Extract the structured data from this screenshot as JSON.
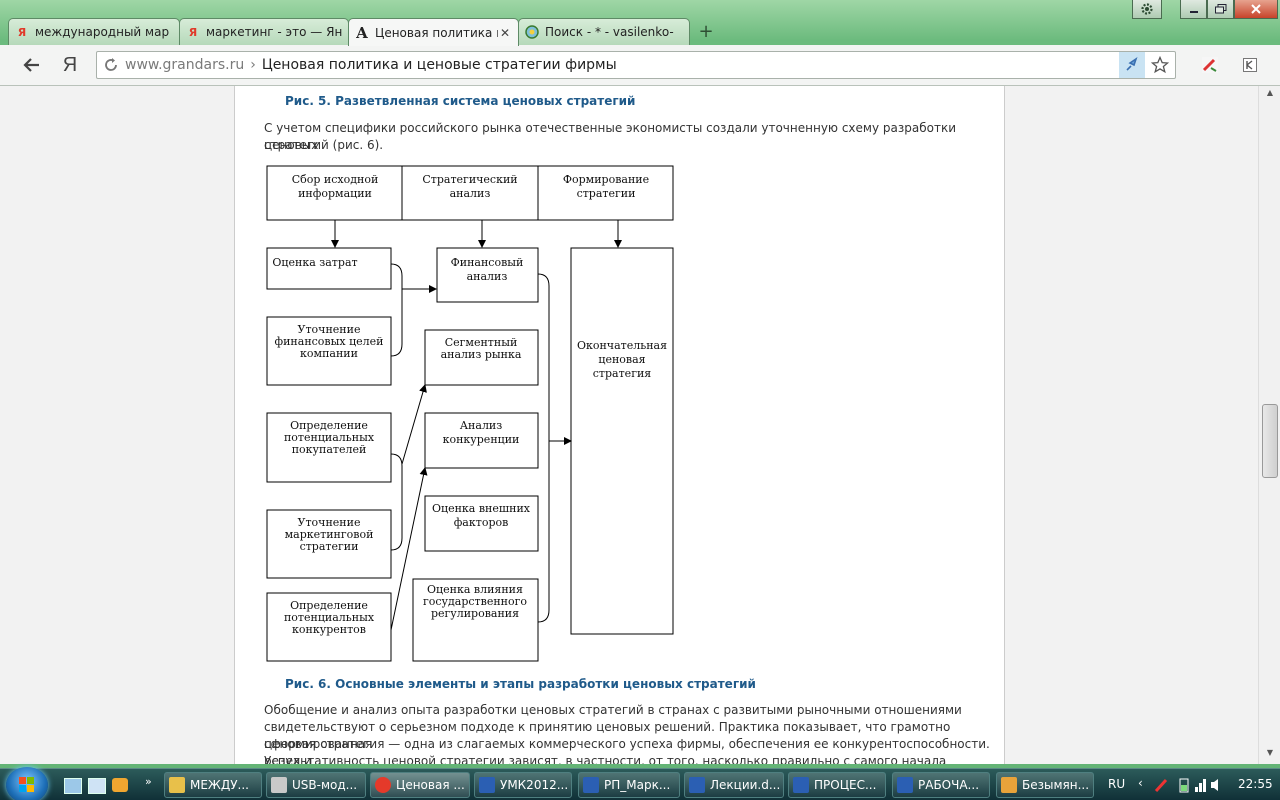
{
  "browser": {
    "tabs": [
      {
        "title": "международный мар",
        "icon": "yandex-icon",
        "active": false
      },
      {
        "title": "маркетинг - это — Ян",
        "icon": "yandex-icon",
        "active": false
      },
      {
        "title": "Ценовая политика и ц",
        "icon": "grandars-icon",
        "active": true
      },
      {
        "title": "Поиск - * - vasilenko-",
        "icon": "search-globe-icon",
        "active": false
      }
    ],
    "new_tab_label": "+",
    "address_host": "www.grandars.ru",
    "address_sep": "›",
    "address_path": "Ценовая политика и ценовые стратегии фирмы"
  },
  "page": {
    "caption5": "Рис. 5. Разветвленная система ценовых стратегий",
    "intro_line1": "С учетом специфики российского рынка отечественные экономисты создали уточненную схему разработки ценовых",
    "intro_line2": "стратегий (рис. 6).",
    "caption6": "Рис. 6. Основные элементы и этапы разработки ценовых стратегий",
    "body_line1": "Обобщение и анализ опыта разработки ценовых стратегий в странах с развитыми рыночными отношениями",
    "body_line2": "свидетельствуют о серьезном подходе к принятию ценовых решений. Практика показывает, что грамотно сформированная",
    "body_line3": "ценовая стратегия — одна из слагаемых коммерческого успеха фирмы, обеспечения ее конкурентоспособности. Успех и",
    "body_line4": "результативность ценовой стратегии зависят, в частности, от того, насколько правильно с самого начала организован"
  },
  "diagram": {
    "header": [
      [
        "Сбор исходной",
        "информации"
      ],
      [
        "Стратегический",
        "анализ"
      ],
      [
        "Формирование",
        "стратегии"
      ]
    ],
    "left": [
      [
        "Оценка затрат"
      ],
      [
        "Уточнение",
        "финансовых целей",
        "компании"
      ],
      [
        "Определение",
        "потенциальных",
        "покупателей"
      ],
      [
        "Уточнение",
        "маркетинговой",
        "стратегии"
      ],
      [
        "Определение",
        "потенциальных",
        "конкурентов"
      ]
    ],
    "middle": [
      [
        "Финансовый",
        "анализ"
      ],
      [
        "Сегментный",
        "анализ рынка"
      ],
      [
        "Анализ",
        "конкуренции"
      ],
      [
        "Оценка внешних",
        "факторов"
      ],
      [
        "Оценка влияния",
        "государственного",
        "регулирования"
      ]
    ],
    "right": [
      "Окончательная",
      "ценовая",
      "стратегия"
    ]
  },
  "taskbar": {
    "items": [
      {
        "label": "МЕЖДУ...",
        "color": "#e8c04a"
      },
      {
        "label": "USB-мод...",
        "color": "#c9c9c9"
      },
      {
        "label": "Ценовая ...",
        "color": "#e53a2a",
        "active": true
      },
      {
        "label": "УМК2012...",
        "color": "#2b5fb3"
      },
      {
        "label": "РП_Марк...",
        "color": "#2b5fb3"
      },
      {
        "label": "Лекции.d...",
        "color": "#2b5fb3"
      },
      {
        "label": "ПРОЦЕС...",
        "color": "#2b5fb3"
      },
      {
        "label": "РАБОЧА...",
        "color": "#2b5fb3"
      },
      {
        "label": "Безымян...",
        "color": "#e8a33a"
      }
    ],
    "lang": "RU",
    "time": "22:55"
  }
}
